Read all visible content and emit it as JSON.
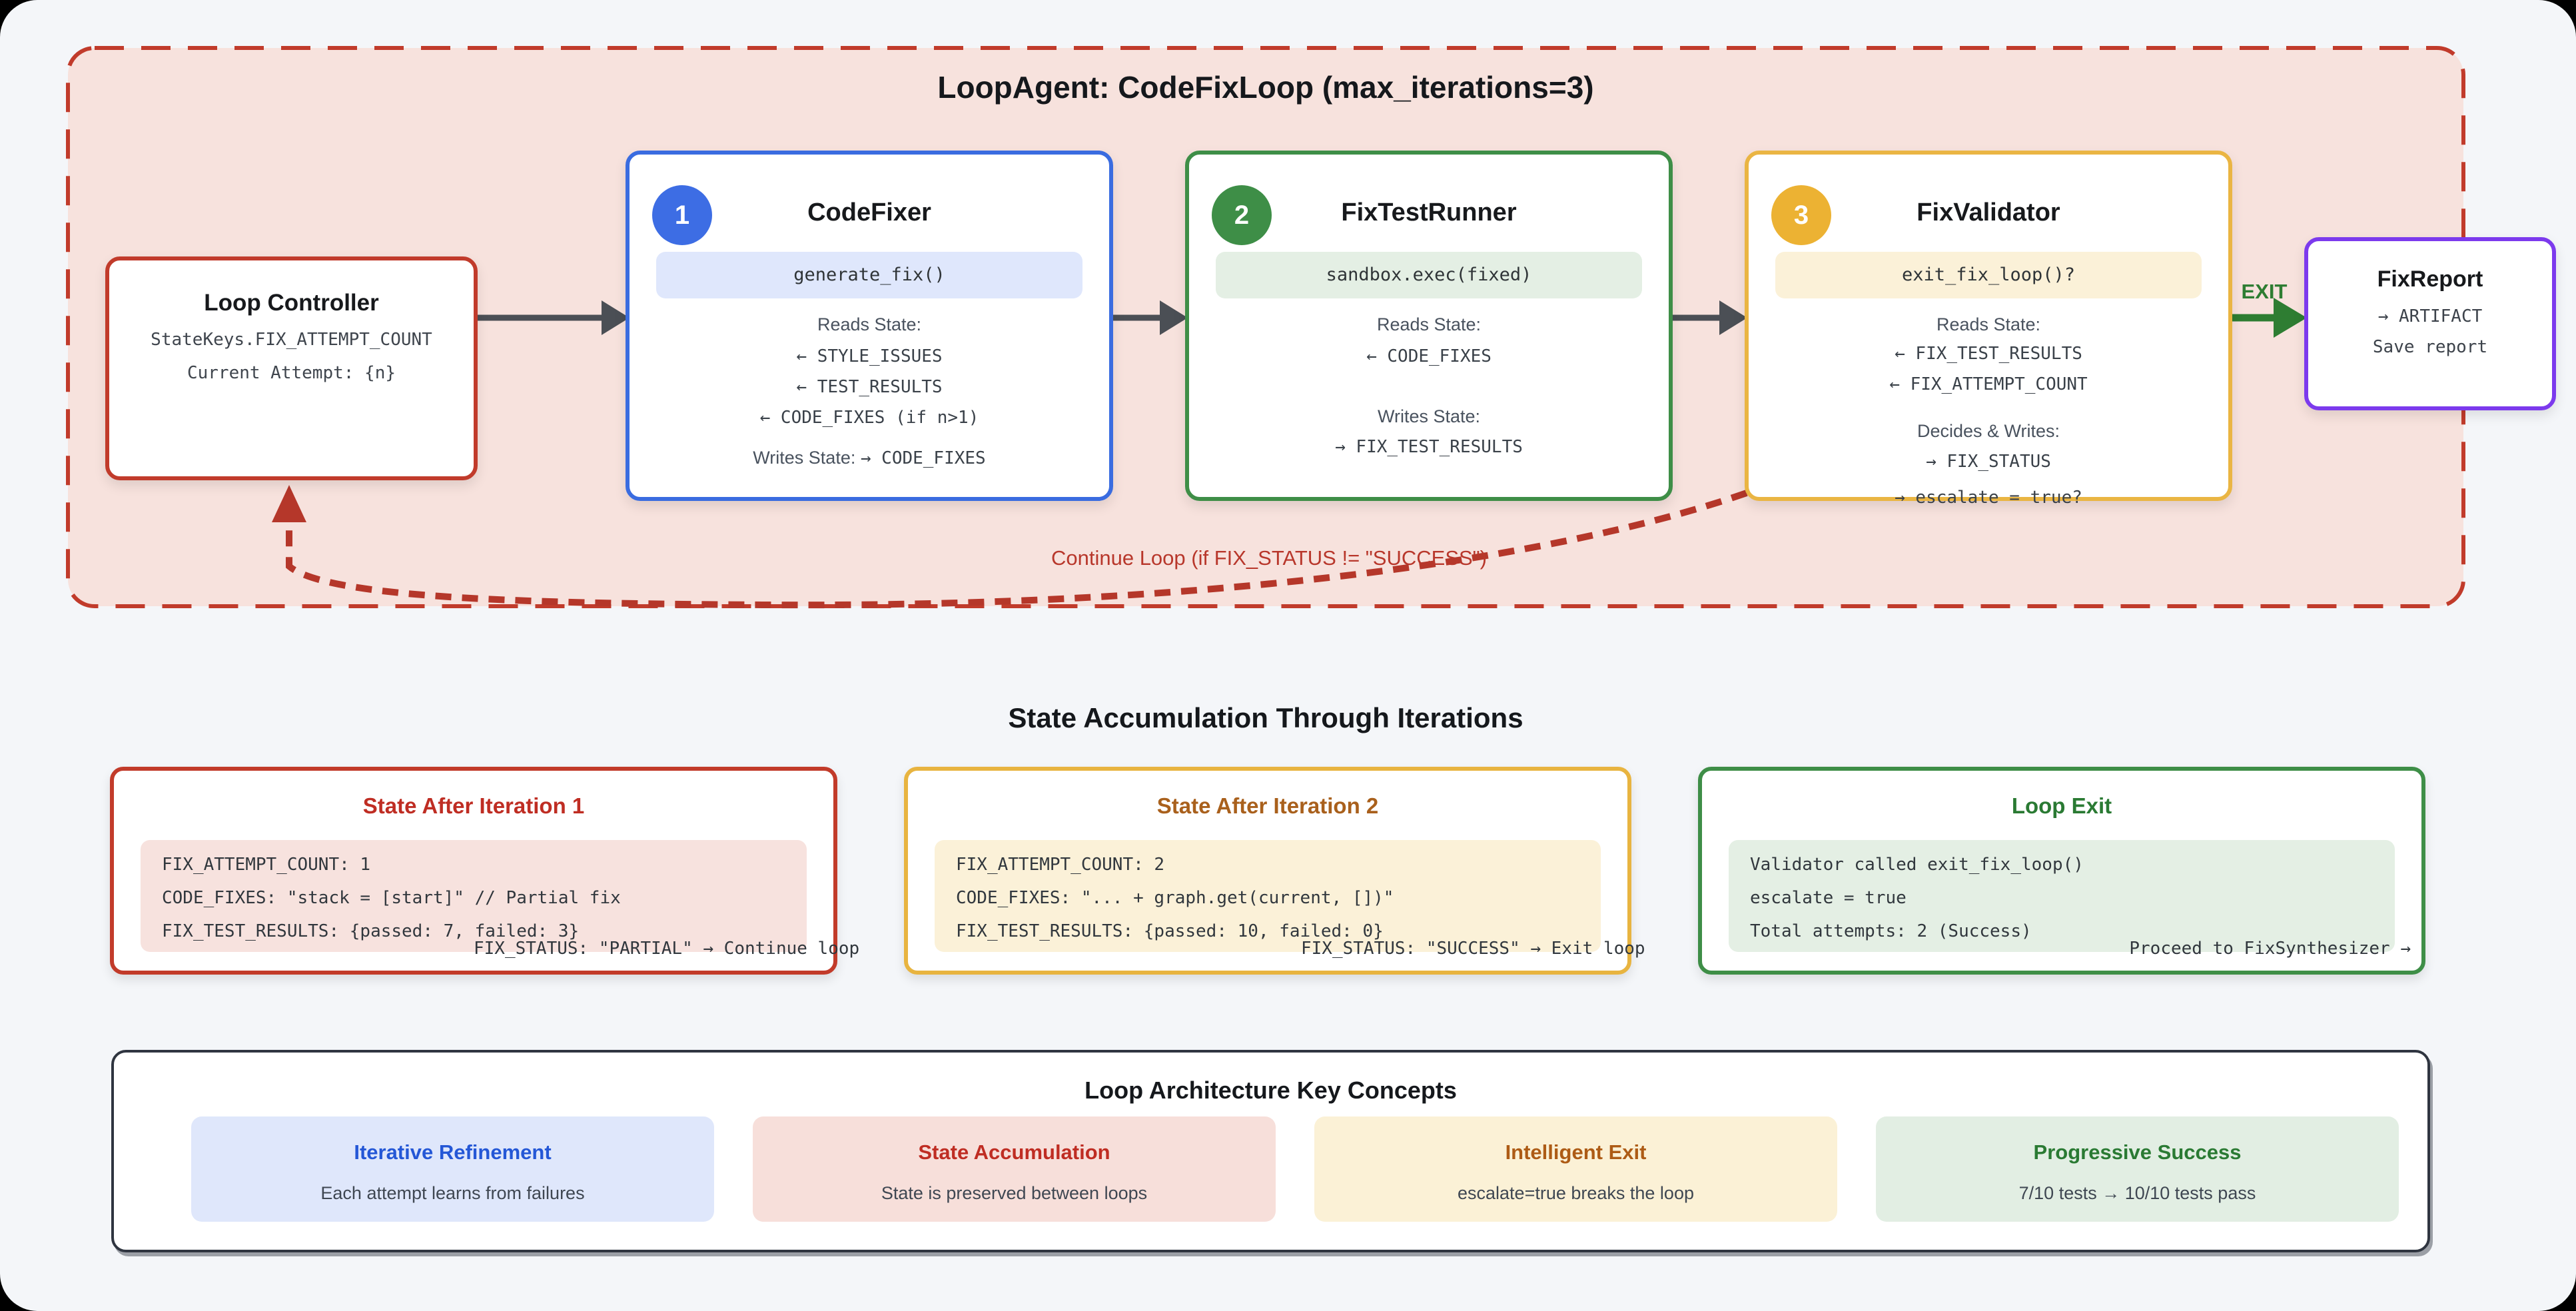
{
  "loop_container": {
    "title": "LoopAgent: CodeFixLoop (max_iterations=3)",
    "bg": "#f7e2dd",
    "border_color": "#c13b2b",
    "continue_label": "Continue Loop (if FIX_STATUS != \"SUCCESS\")",
    "exit_label": "EXIT"
  },
  "controller": {
    "title": "Loop Controller",
    "lines": [
      "StateKeys.FIX_ATTEMPT_COUNT",
      "Current Attempt: {n}"
    ]
  },
  "agents": [
    {
      "badge": "1",
      "name": "CodeFixer",
      "code": "generate_fix()",
      "accent": "#3a6ce0",
      "badge_bg": "#3d6de4",
      "pill_bg": "#dfe7fc",
      "reads_label": "Reads State:",
      "reads": [
        "← STYLE_ISSUES",
        "← TEST_RESULTS",
        "← CODE_FIXES (if n>1)"
      ],
      "writes_label": "Writes State:",
      "writes_inline": "→ CODE_FIXES"
    },
    {
      "badge": "2",
      "name": "FixTestRunner",
      "code": "sandbox.exec(fixed)",
      "accent": "#3e8e47",
      "badge_bg": "#3e8e47",
      "pill_bg": "#e4efe4",
      "reads_label": "Reads State:",
      "reads": [
        "← CODE_FIXES"
      ],
      "writes_label": "Writes State:",
      "writes": [
        "→ FIX_TEST_RESULTS"
      ]
    },
    {
      "badge": "3",
      "name": "FixValidator",
      "code": "exit_fix_loop()?",
      "accent": "#eab543",
      "badge_bg": "#ecb233",
      "pill_bg": "#fbf1d8",
      "reads_label": "Reads State:",
      "reads": [
        "← FIX_TEST_RESULTS",
        "← FIX_ATTEMPT_COUNT"
      ],
      "writes_label": "Decides & Writes:",
      "writes": [
        "→ FIX_STATUS"
      ],
      "overflow": "→ escalate = true?"
    }
  ],
  "report": {
    "title": "FixReport",
    "lines": [
      "→ ARTIFACT",
      "Save report"
    ]
  },
  "state_section": {
    "heading": "State Accumulation Through Iterations",
    "boxes": [
      {
        "title": "State After Iteration 1",
        "accent": "#c23b2a",
        "title_color": "#bf2d23",
        "code_bg": "#f7e2de",
        "lines": [
          "FIX_ATTEMPT_COUNT: 1",
          "CODE_FIXES: \"stack = [start]\" // Partial fix",
          "FIX_TEST_RESULTS: {passed: 7, failed: 3}"
        ],
        "overflow": "FIX_STATUS: \"PARTIAL\" → Continue loop"
      },
      {
        "title": "State After Iteration 2",
        "accent": "#e8b440",
        "title_color": "#a9601c",
        "code_bg": "#fbf1d8",
        "lines": [
          "FIX_ATTEMPT_COUNT: 2",
          "CODE_FIXES: \"... + graph.get(current, [])\"",
          "FIX_TEST_RESULTS: {passed: 10, failed: 0}"
        ],
        "overflow": "FIX_STATUS: \"SUCCESS\" → Exit loop"
      },
      {
        "title": "Loop Exit",
        "accent": "#3e8e47",
        "title_color": "#2a7a33",
        "code_bg": "#e4efe4",
        "lines": [
          "Validator called exit_fix_loop()",
          "escalate = true",
          "Total attempts: 2 (Success)"
        ],
        "overflow": "Proceed to FixSynthesizer →"
      }
    ]
  },
  "concepts": {
    "heading": "Loop Architecture Key Concepts",
    "cards": [
      {
        "title": "Iterative Refinement",
        "subtitle": "Each attempt learns from failures",
        "bg": "#dfe7fb",
        "color": "#2457d6"
      },
      {
        "title": "State Accumulation",
        "subtitle": "State is preserved between loops",
        "bg": "#f7dfda",
        "color": "#bf2d23"
      },
      {
        "title": "Intelligent Exit",
        "subtitle": "escalate=true breaks the loop",
        "bg": "#fbf1d6",
        "color": "#ad5b15"
      },
      {
        "title": "Progressive Success",
        "subtitle": "7/10 tests → 10/10 tests pass",
        "bg": "#e2eee3",
        "color": "#2a7a33"
      }
    ]
  }
}
